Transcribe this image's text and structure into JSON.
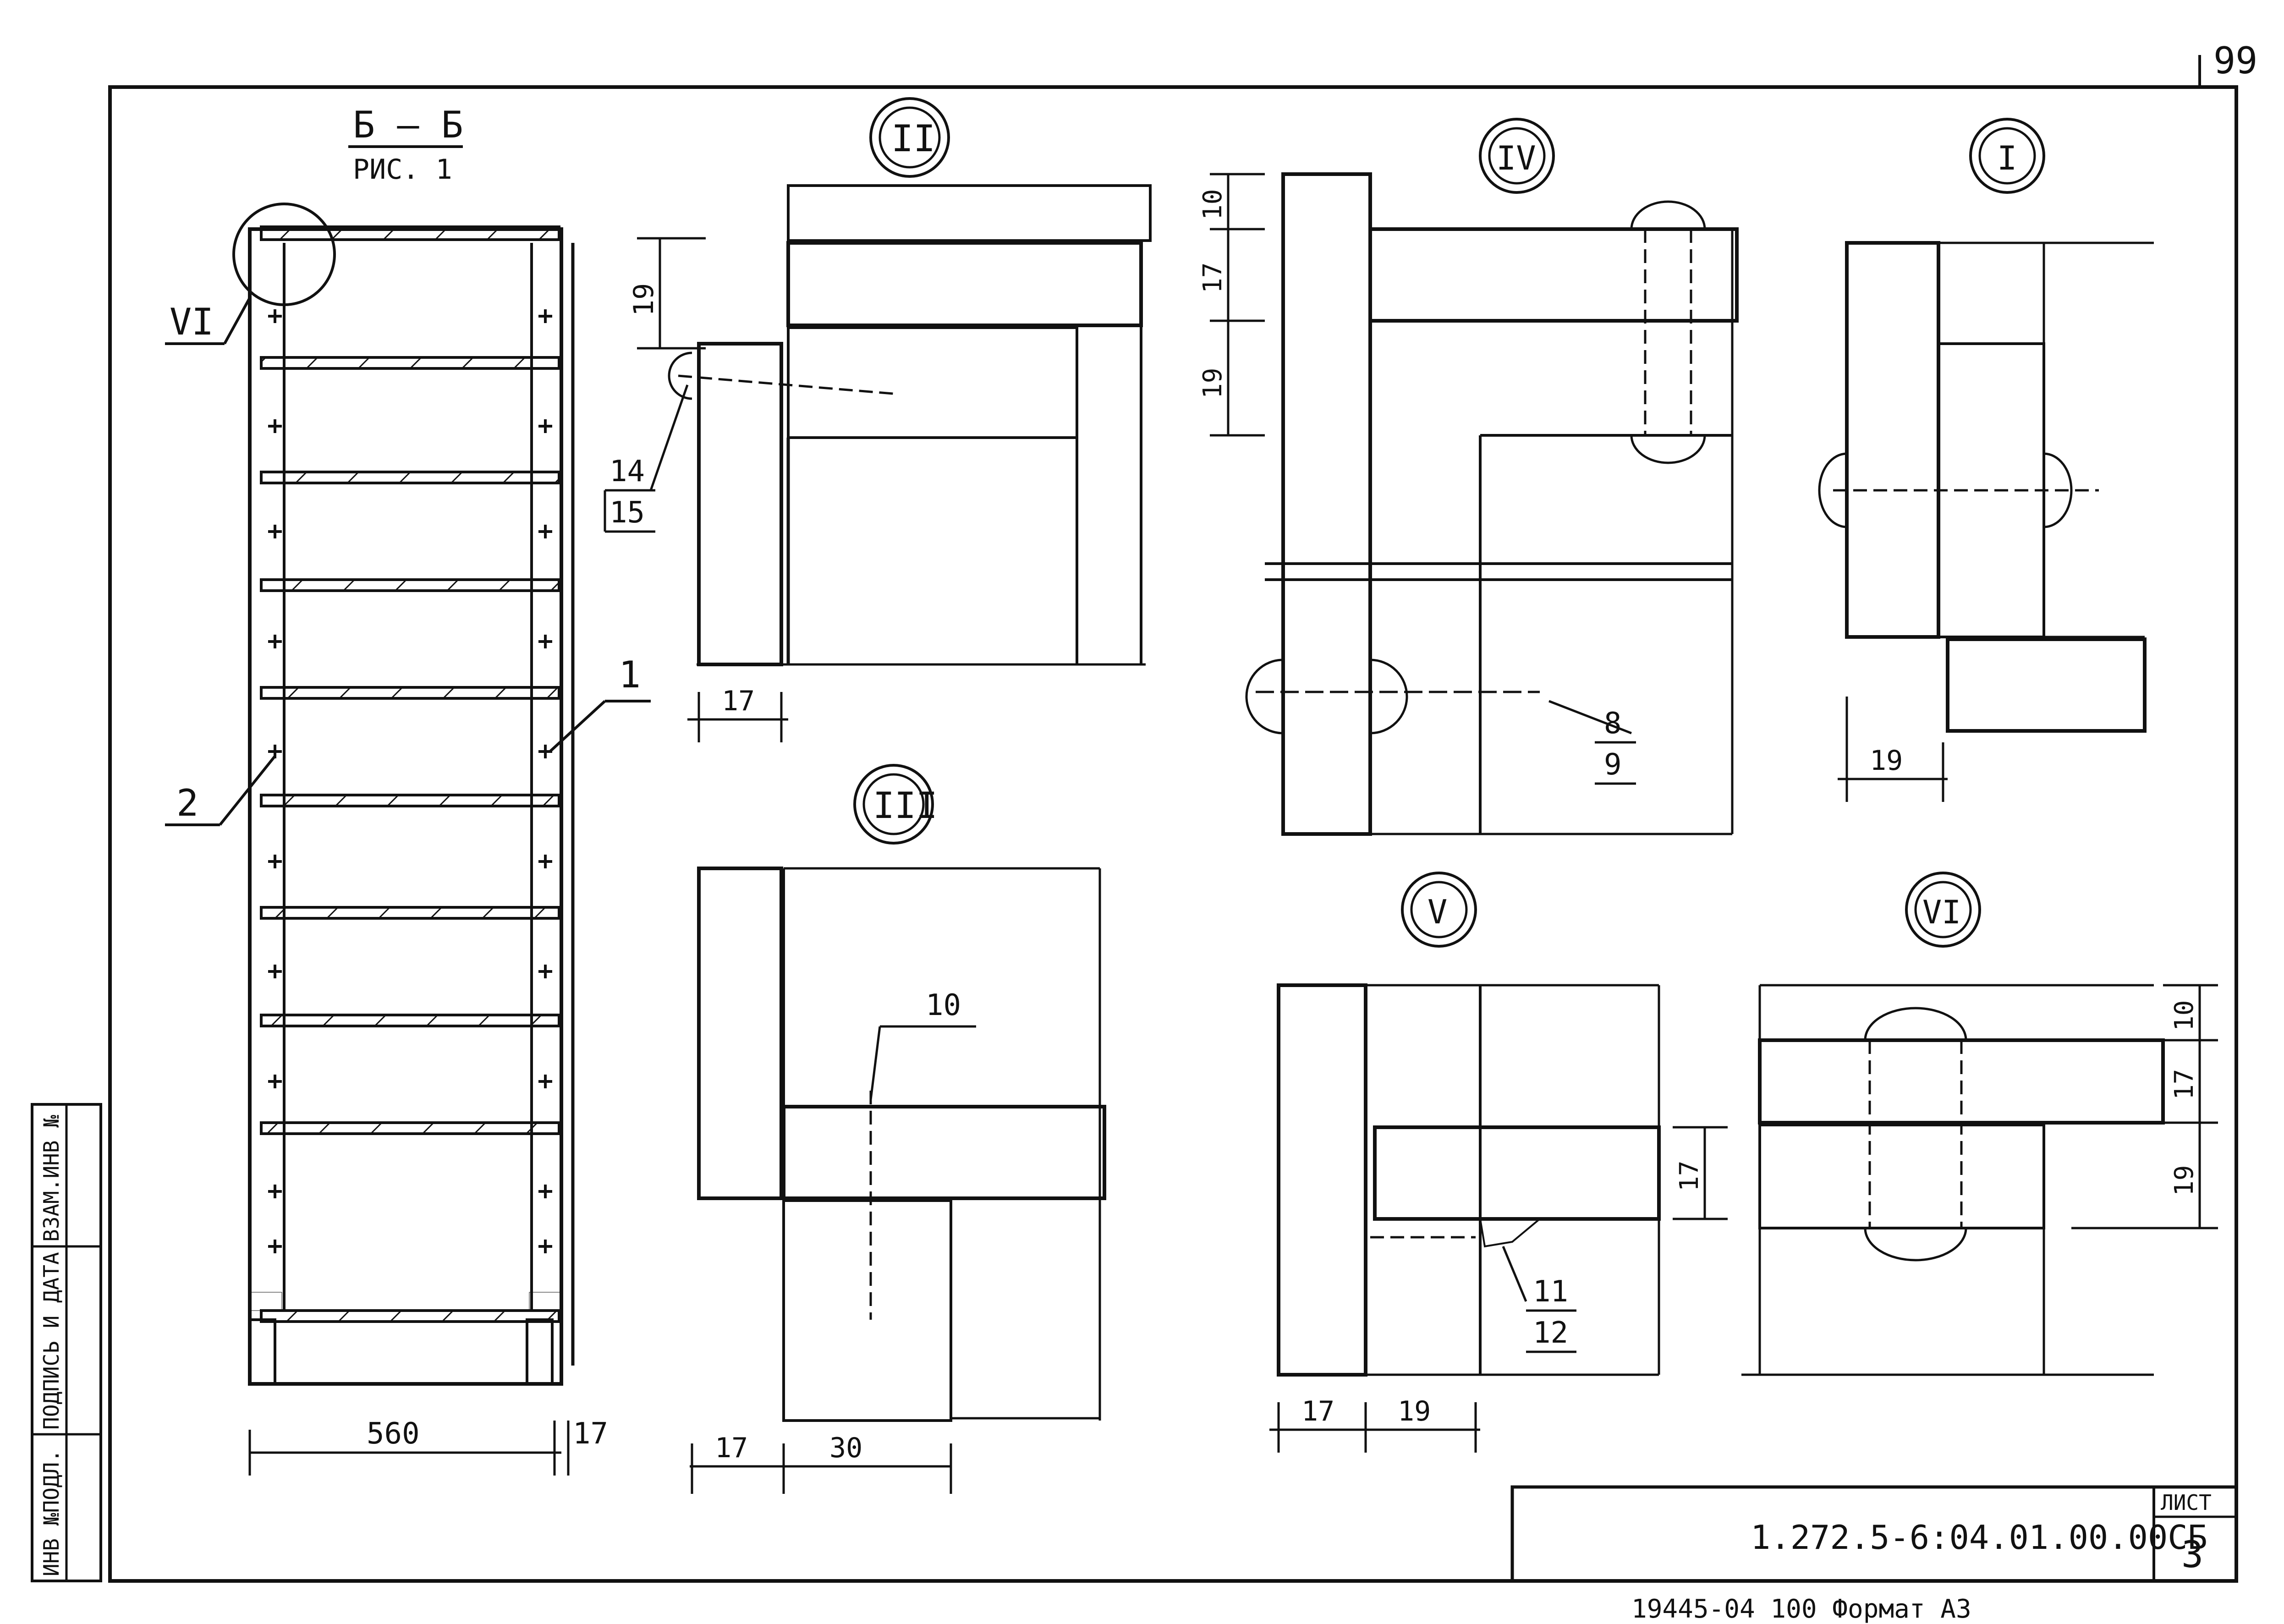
{
  "sheet": {
    "page_number": "99",
    "document_code": "1.272.5-6:04.01.00.00СБ",
    "sheet_label": "ЛИСТ",
    "sheet_number": "3",
    "format_line": "19445-04   100   Формат А3"
  },
  "side_stamp": {
    "inv_original": "ИНВ №ПОДЛ.",
    "signature_date": "ПОДПИСЬ И ДАТА",
    "replaced_inv": "ВЗАМ.ИНВ №"
  },
  "section": {
    "title": "Б – Б",
    "subtitle": "РИС. 1",
    "callout_circle": "VI",
    "leader_1": "1",
    "leader_2": "2",
    "dim_width": "560",
    "dim_thickness": "17"
  },
  "detail_II": {
    "label": "II",
    "dim_19": "19",
    "dim_17": "17",
    "ref_14": "14",
    "ref_15": "15"
  },
  "detail_III": {
    "label": "III",
    "ref_10": "10",
    "dim_17": "17",
    "dim_30": "30"
  },
  "detail_IV": {
    "label": "IV",
    "dim_10": "10",
    "dim_17": "17",
    "dim_19": "19",
    "ref_8": "8",
    "ref_9": "9"
  },
  "detail_I": {
    "label": "I",
    "dim_19": "19"
  },
  "detail_V": {
    "label": "V",
    "dim_17_right": "17",
    "ref_11": "11",
    "ref_12": "12",
    "dim_17": "17",
    "dim_19": "19"
  },
  "detail_VI": {
    "label": "VI",
    "dim_10": "10",
    "dim_17": "17",
    "dim_19": "19"
  }
}
